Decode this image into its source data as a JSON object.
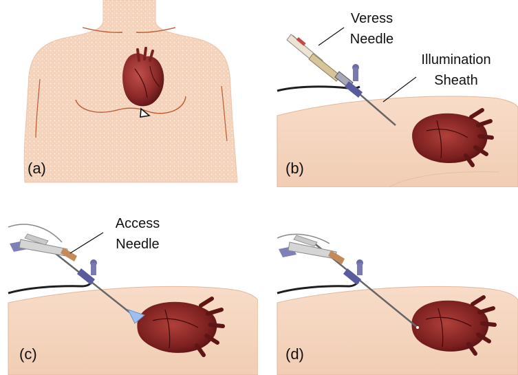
{
  "panels": {
    "a": {
      "label": "(a)"
    },
    "b": {
      "label": "(b)",
      "callout": {
        "line1": "Veress",
        "line2": "Needle"
      },
      "callout2": {
        "line1": "Illumination",
        "line2": "Sheath"
      }
    },
    "c": {
      "label": "(c)",
      "callout": {
        "line1": "Access",
        "line2": "Needle"
      }
    },
    "d": {
      "label": "(d)"
    }
  },
  "colors": {
    "skin": "#f5d6bf",
    "skin_stroke": "#e9b89a",
    "skin_line": "#b85a2e",
    "heart": "#8e2a2a",
    "heart_dark": "#5e1515",
    "needle_body": "#d9c9a3",
    "hub_purple": "#5a5a9e",
    "cable": "#222222",
    "access_tip": "#8fb3e6"
  }
}
